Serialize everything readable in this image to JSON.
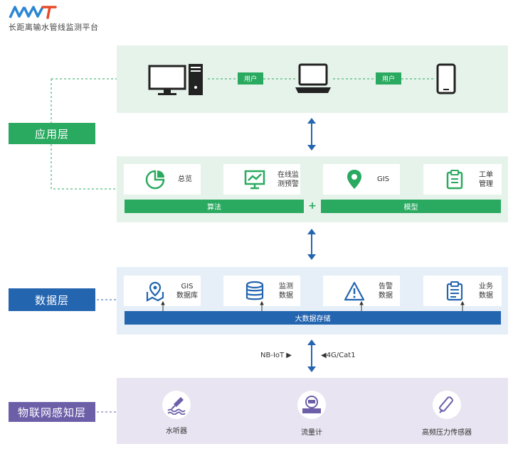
{
  "logo": {
    "mark": "NWT",
    "title": "长距离输水管线监测平台"
  },
  "layers": {
    "app": "应用层",
    "data": "数据层",
    "iot": "物联网感知层"
  },
  "app_top": {
    "user_tag_1": "用户",
    "user_tag_2": "用户"
  },
  "app_cards": [
    {
      "label": "总览"
    },
    {
      "label_1": "在线监",
      "label_2": "测预警"
    },
    {
      "label": "GIS"
    },
    {
      "label_1": "工单",
      "label_2": "管理"
    }
  ],
  "app_bars": {
    "left": "算法",
    "plus": "+",
    "right": "模型"
  },
  "data_cards": [
    {
      "label_1": "GIS",
      "label_2": "数据库"
    },
    {
      "label_1": "监测",
      "label_2": "数据"
    },
    {
      "label_1": "告警",
      "label_2": "数据"
    },
    {
      "label_1": "业务",
      "label_2": "数据"
    }
  ],
  "data_bar": "大数据存储",
  "protocols": {
    "left": "NB-IoT ▶",
    "right": "◀4G/Cat1"
  },
  "sensors": [
    {
      "label": "水听器"
    },
    {
      "label": "流量计"
    },
    {
      "label": "高频压力传感器"
    }
  ],
  "colors": {
    "green": "#2aaa60",
    "blue": "#2465b0",
    "purple": "#6c5fa8"
  }
}
